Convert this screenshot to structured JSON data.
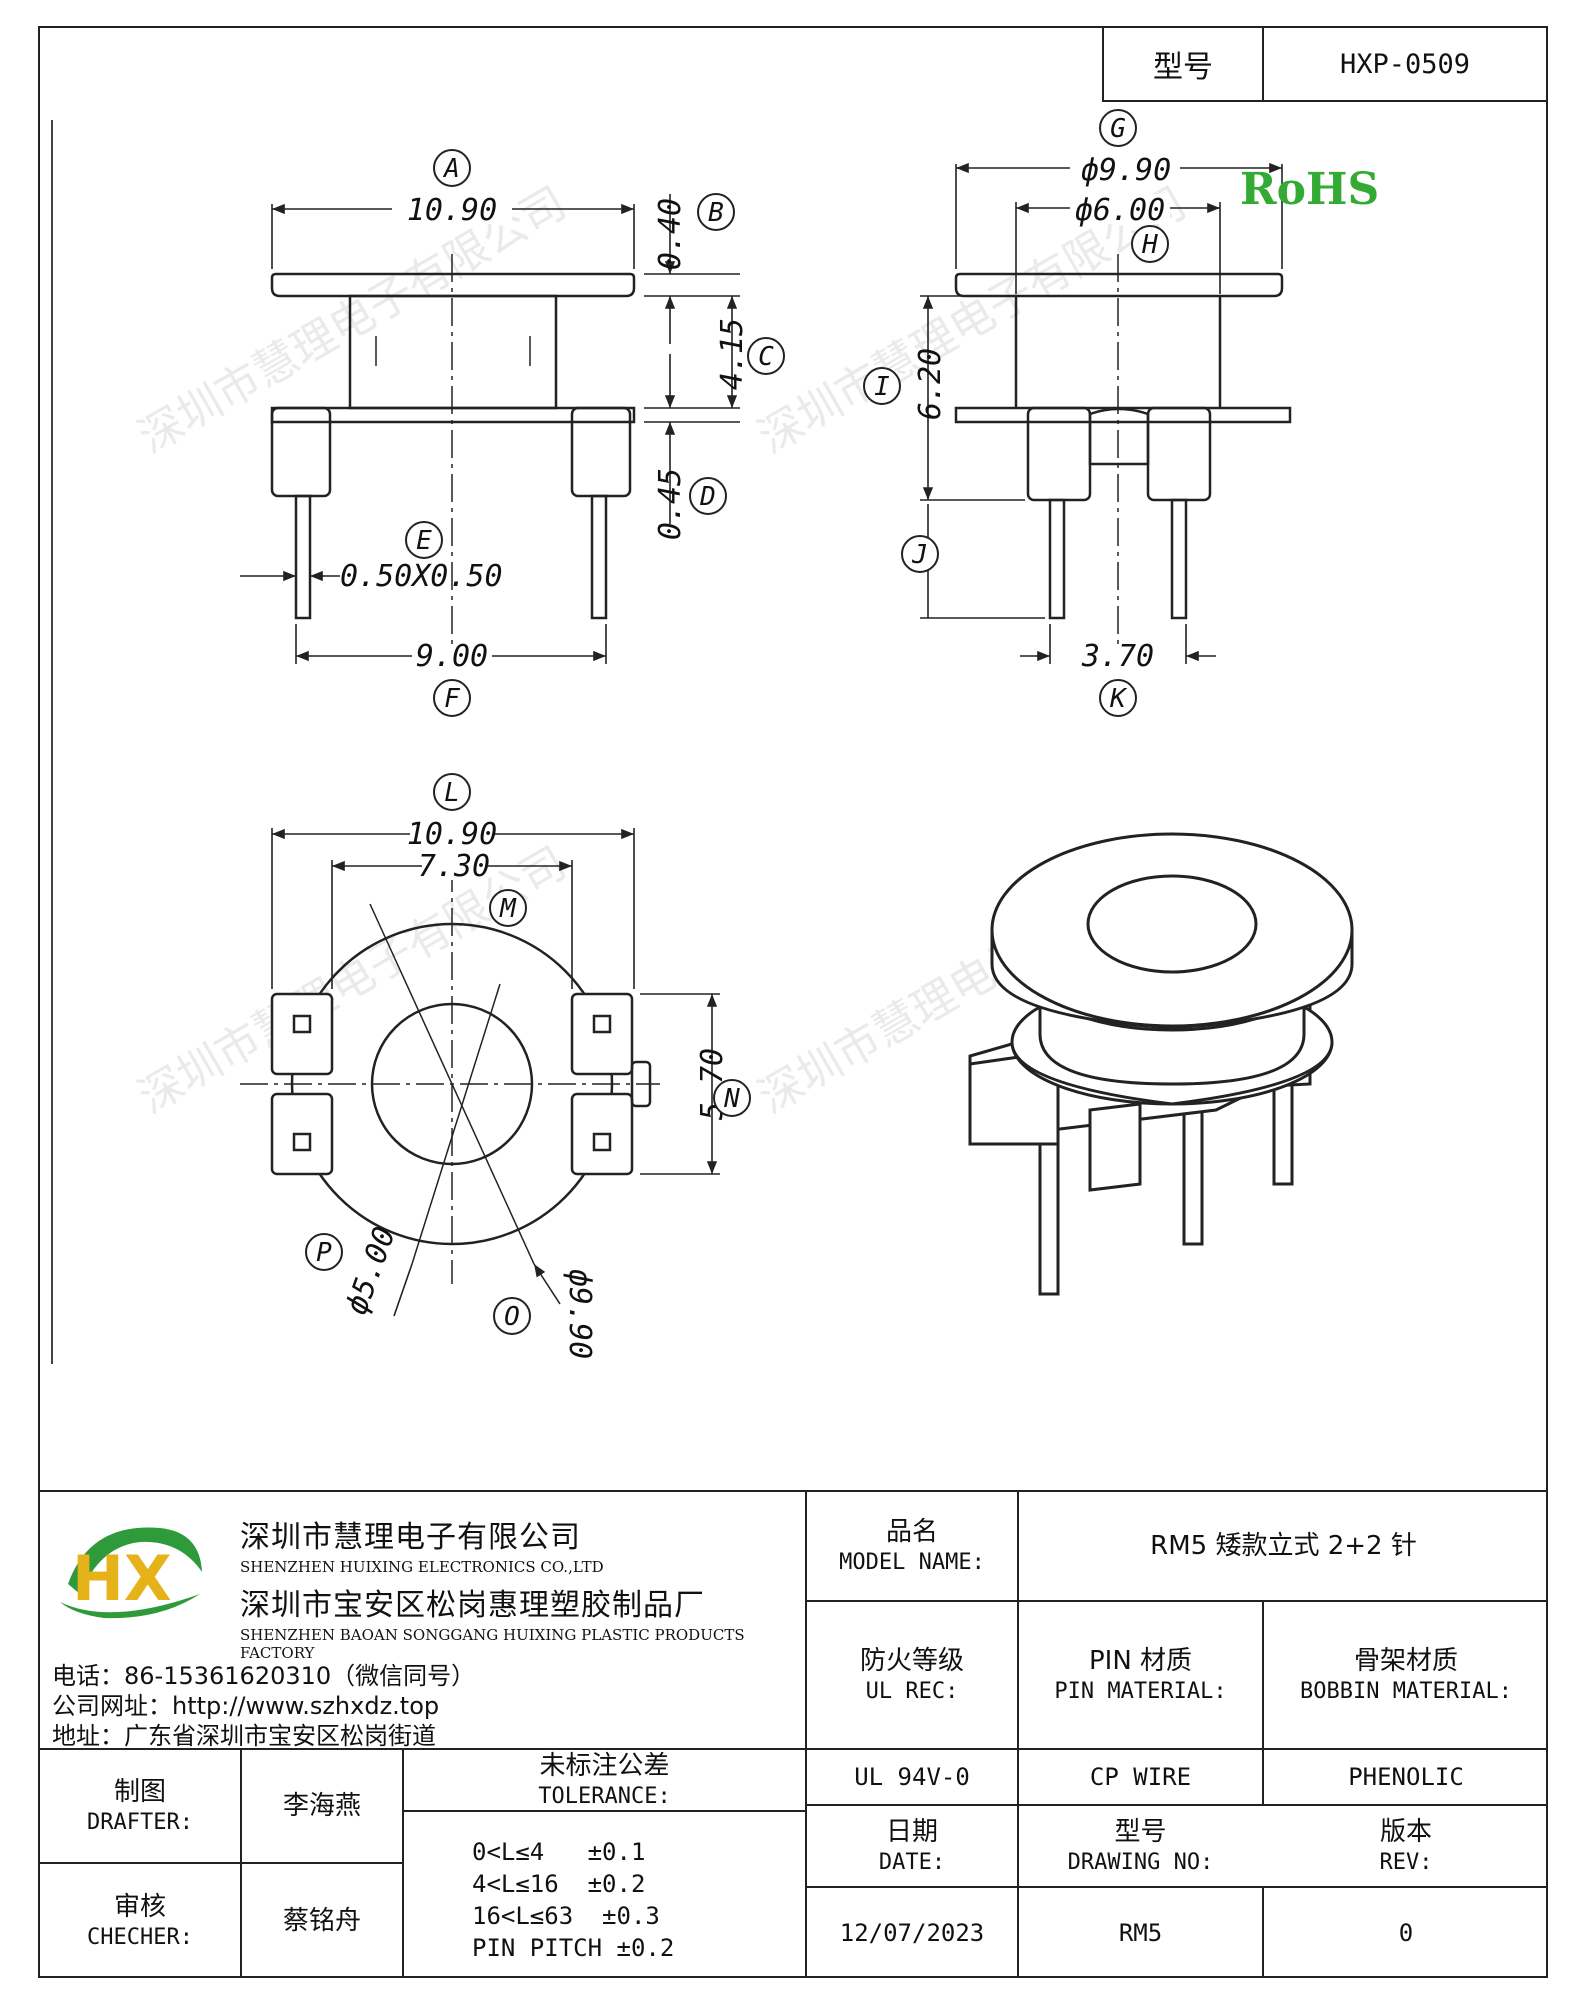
{
  "header": {
    "model_label": "型号",
    "model_value": "HXP-0509"
  },
  "drawing": {
    "watermark": "深圳市慧理电子有限公司",
    "rohs": "RoHS",
    "front_view": {
      "A": "A",
      "B": "B",
      "C": "C",
      "D": "D",
      "E": "E",
      "F": "F",
      "dim_a": "10.90",
      "dim_b": "0.40",
      "dim_c": "4.15",
      "dim_d": "0.45",
      "dim_e": "0.50X0.50",
      "dim_f": "9.00"
    },
    "side_view": {
      "G": "G",
      "H": "H",
      "I": "I",
      "J": "J",
      "K": "K",
      "dim_g": "ф9.90",
      "dim_h": "ф6.00",
      "dim_i": "6.20",
      "dim_k": "3.70"
    },
    "bottom_view": {
      "L": "L",
      "M": "M",
      "N": "N",
      "O": "O",
      "P": "P",
      "dim_l": "10.90",
      "dim_m": "7.30",
      "dim_n": "5.70",
      "dim_o": "ф9.90",
      "dim_p": "ф5.00"
    }
  },
  "company": {
    "logo_text": "HX",
    "name_cn": "深圳市慧理电子有限公司",
    "name_en": "SHENZHEN HUIXING ELECTRONICS CO.,LTD",
    "factory_cn": "深圳市宝安区松岗惠理塑胶制品厂",
    "factory_en": "SHENZHEN BAOAN SONGGANG HUIXING PLASTIC PRODUCTS FACTORY",
    "tel": "电话：86-15361620310（微信同号）",
    "web": "公司网址：http://www.szhxdz.top",
    "addr": "地址：广东省深圳市宝安区松岗街道"
  },
  "titleblock": {
    "model_name_cn": "品名",
    "model_name_en": "MODEL NAME:",
    "model_name_value": "RM5 矮款立式 2+2 针",
    "ul_cn": "防火等级",
    "ul_en": "UL REC:",
    "pin_cn": "PIN 材质",
    "pin_en": "PIN MATERIAL:",
    "bobbin_cn": "骨架材质",
    "bobbin_en": "BOBBIN MATERIAL:",
    "ul_value": "UL 94V-0",
    "pin_value": "CP WIRE",
    "bobbin_value": "PHENOLIC",
    "drafter_cn": "制图",
    "drafter_en": "DRAFTER:",
    "drafter_name": "李海燕",
    "checker_cn": "审核",
    "checker_en": "CHECHER:",
    "checker_name": "蔡铭舟",
    "tolerance_cn": "未标注公差",
    "tolerance_en": "TOLERANCE:",
    "tolerances": [
      "0<L≤4   ±0.1",
      "4<L≤16  ±0.2",
      "16<L≤63  ±0.3",
      "PIN PITCH ±0.2"
    ],
    "date_cn": "日期",
    "date_en": "DATE:",
    "date_value": "12/07/2023",
    "drawing_no_cn": "型号",
    "drawing_no_en": "DRAWING NO:",
    "drawing_no_value": "RM5",
    "rev_cn": "版本",
    "rev_en": "REV:",
    "rev_value": "0"
  }
}
